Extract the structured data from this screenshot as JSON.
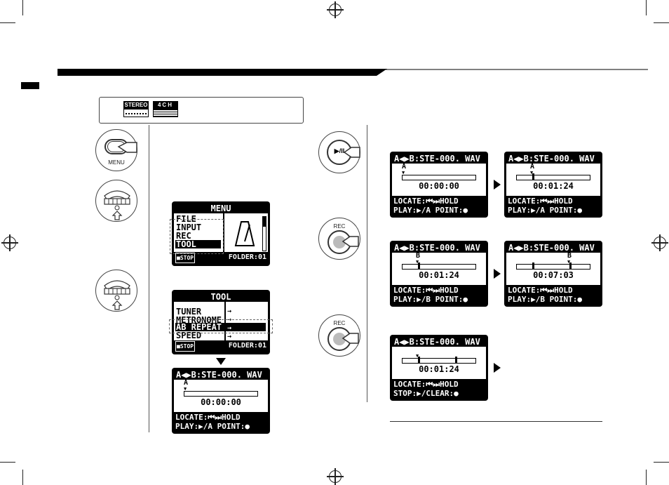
{
  "mode_badges": [
    "STEREO",
    "4CH"
  ],
  "button_labels": {
    "menu": "MENU",
    "play": "▶/II",
    "rec1": "REC",
    "rec2": "REC"
  },
  "menu_screen": {
    "title": "MENU",
    "items": [
      "FILE",
      "INPUT",
      "REC",
      "TOOL"
    ],
    "selected": "TOOL",
    "footer_left": "■STOP",
    "footer_right": "FOLDER:01"
  },
  "tool_screen": {
    "title": "TOOL",
    "items": [
      "TUNER",
      "METRONOME",
      "AB REPEAT",
      "SPEED"
    ],
    "selected": "AB REPEAT",
    "footer_left": "■STOP",
    "footer_right": "FOLDER:01"
  },
  "ab_screens": [
    {
      "id": "ab-screen-1",
      "title": "A◀▶B:STE-000. WAV",
      "marker": "A",
      "time": "00:00:00",
      "line1": "LOCATE:⏮⏭HOLD",
      "line2": "PLAY:▶/A POINT:●"
    },
    {
      "id": "ab-screen-2",
      "title": "A◀▶B:STE-000. WAV",
      "marker": "A",
      "time": "00:01:24",
      "line1": "LOCATE:⏮⏭HOLD",
      "line2": "PLAY:▶/A POINT:●"
    },
    {
      "id": "ab-screen-3",
      "title": "A◀▶B:STE-000. WAV",
      "marker": "B",
      "time": "00:01:24",
      "line1": "LOCATE:⏮⏭HOLD",
      "line2": "PLAY:▶/B POINT:●"
    },
    {
      "id": "ab-screen-4",
      "title": "A◀▶B:STE-000. WAV",
      "marker": "B",
      "time": "00:07:03",
      "line1": "LOCATE:⏮⏭HOLD",
      "line2": "PLAY:▶/B POINT:●"
    },
    {
      "id": "ab-screen-5",
      "title": "A◀▶B:STE-000. WAV",
      "marker": "",
      "time": "00:01:24",
      "line1": "LOCATE:⏮⏭HOLD",
      "line2": "STOP:▶/CLEAR:●"
    },
    {
      "id": "ab-screen-6",
      "title": "A◀▶B:STE-000. WAV",
      "marker": "A",
      "time": "00:00:00",
      "line1": "LOCATE:⏮⏭HOLD",
      "line2": "PLAY:▶/A POINT:●"
    }
  ]
}
